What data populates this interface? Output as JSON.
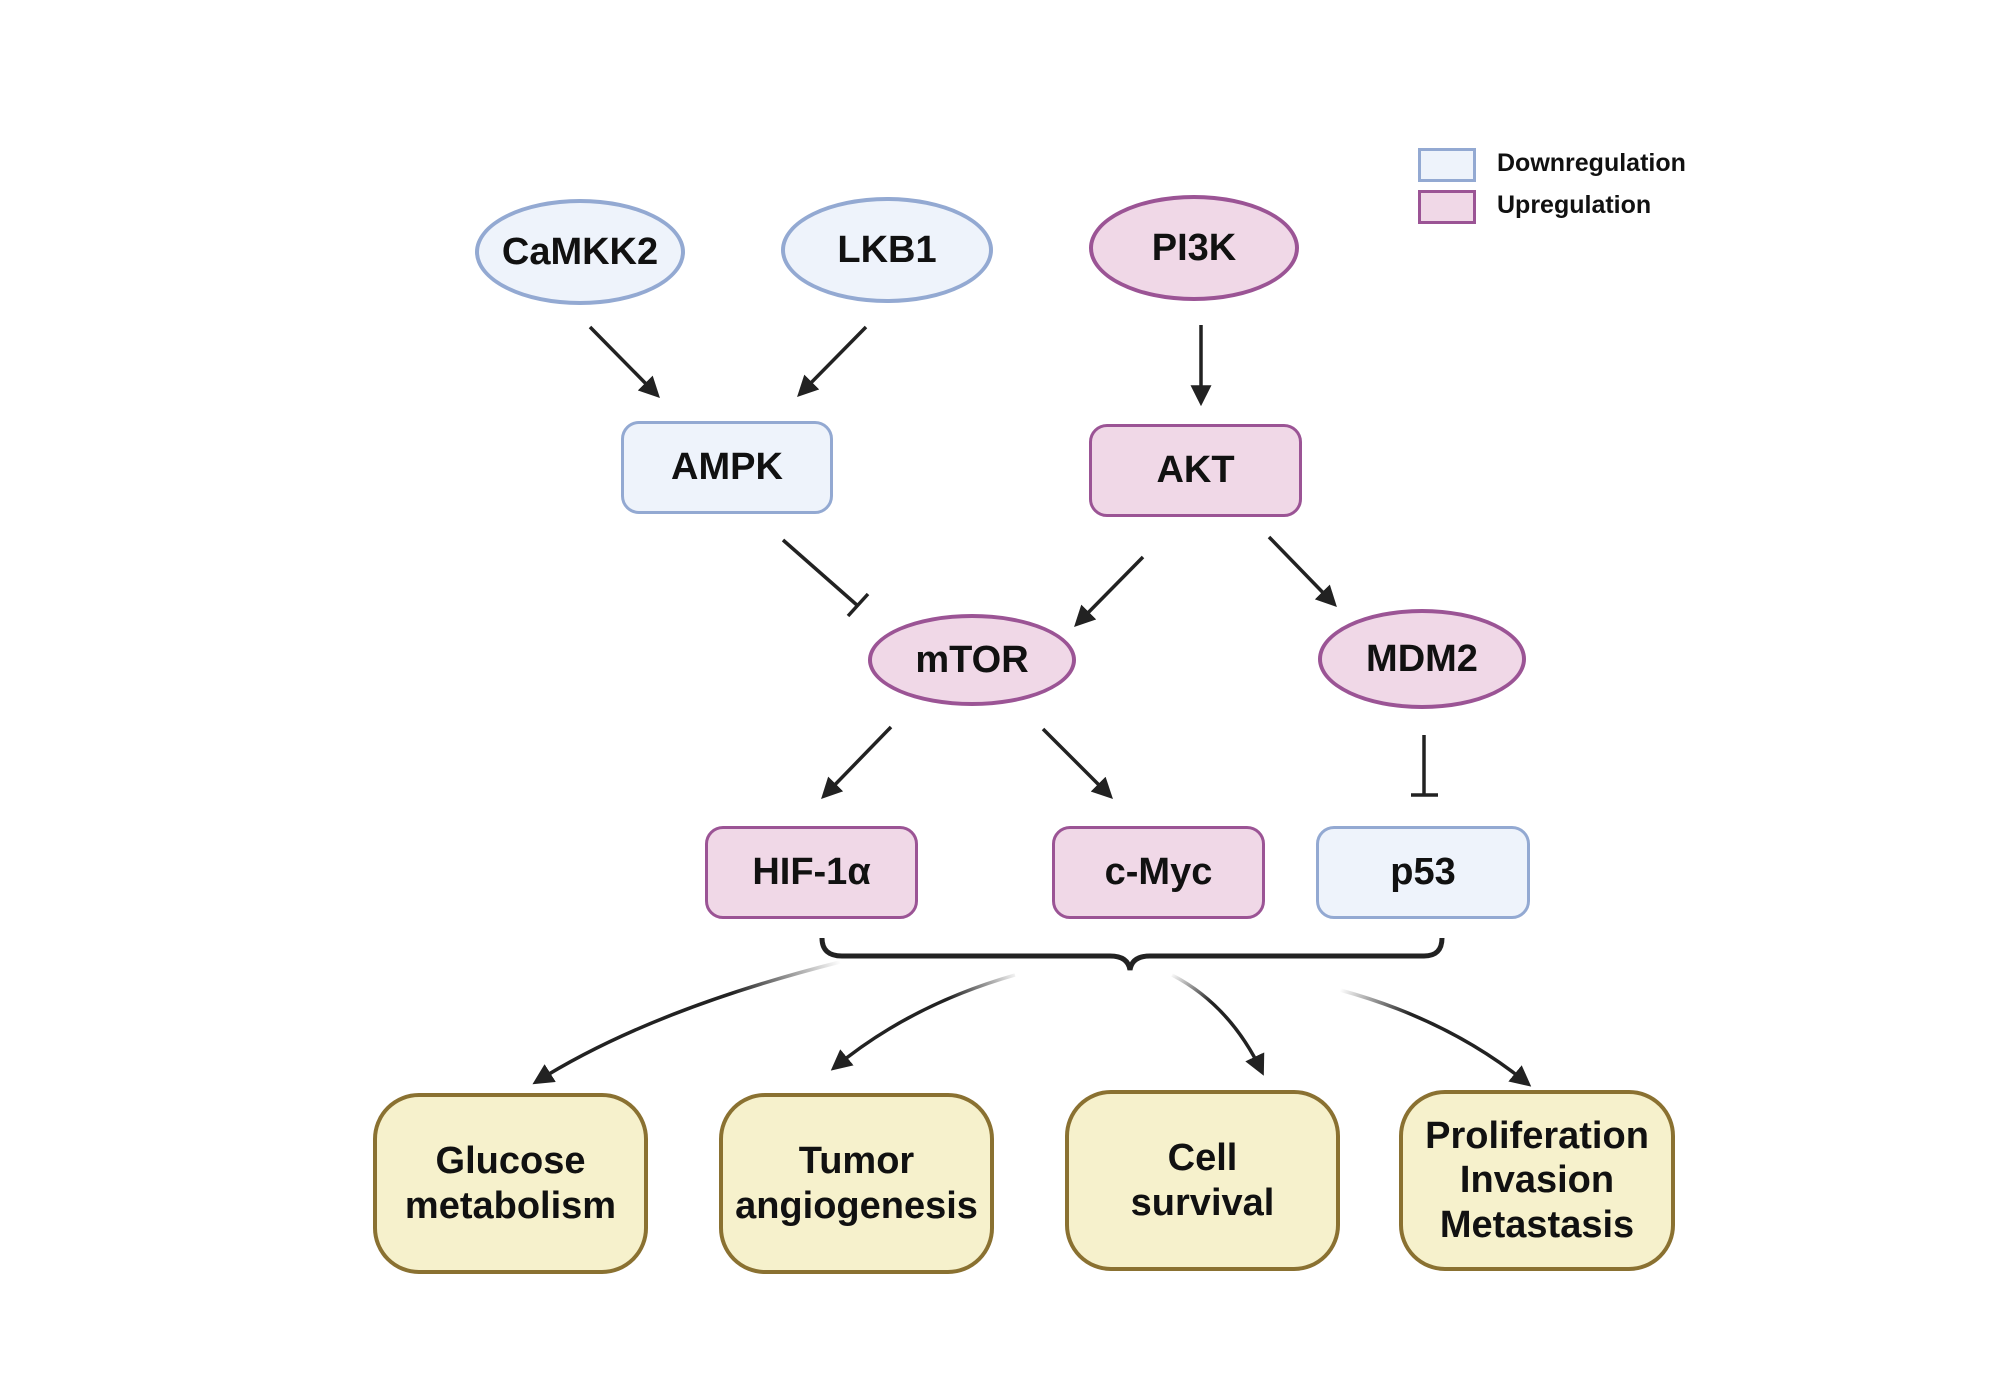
{
  "legend": {
    "down_label": "Downregulation",
    "up_label": "Upregulation",
    "down_fill": "#eef3fb",
    "down_border": "#93a9d2",
    "up_fill": "#f0d8e7",
    "up_border": "#9b5495"
  },
  "nodes": {
    "camkk2": "CaMKK2",
    "lkb1": "LKB1",
    "pi3k": "PI3K",
    "ampk": "AMPK",
    "akt": "AKT",
    "mtor": "mTOR",
    "mdm2": "MDM2",
    "hif1a": "HIF-1α",
    "cmyc": "c-Myc",
    "p53": "p53"
  },
  "outcomes": {
    "glucose": [
      "Glucose",
      "metabolism"
    ],
    "tumor": [
      "Tumor",
      "angiogenesis"
    ],
    "cell": [
      "Cell",
      "survival"
    ],
    "prolif": [
      "Proliferation",
      "Invasion",
      "Metastasis"
    ]
  },
  "outcome_fill": "#f6f1cc",
  "outcome_border": "#8a7131"
}
